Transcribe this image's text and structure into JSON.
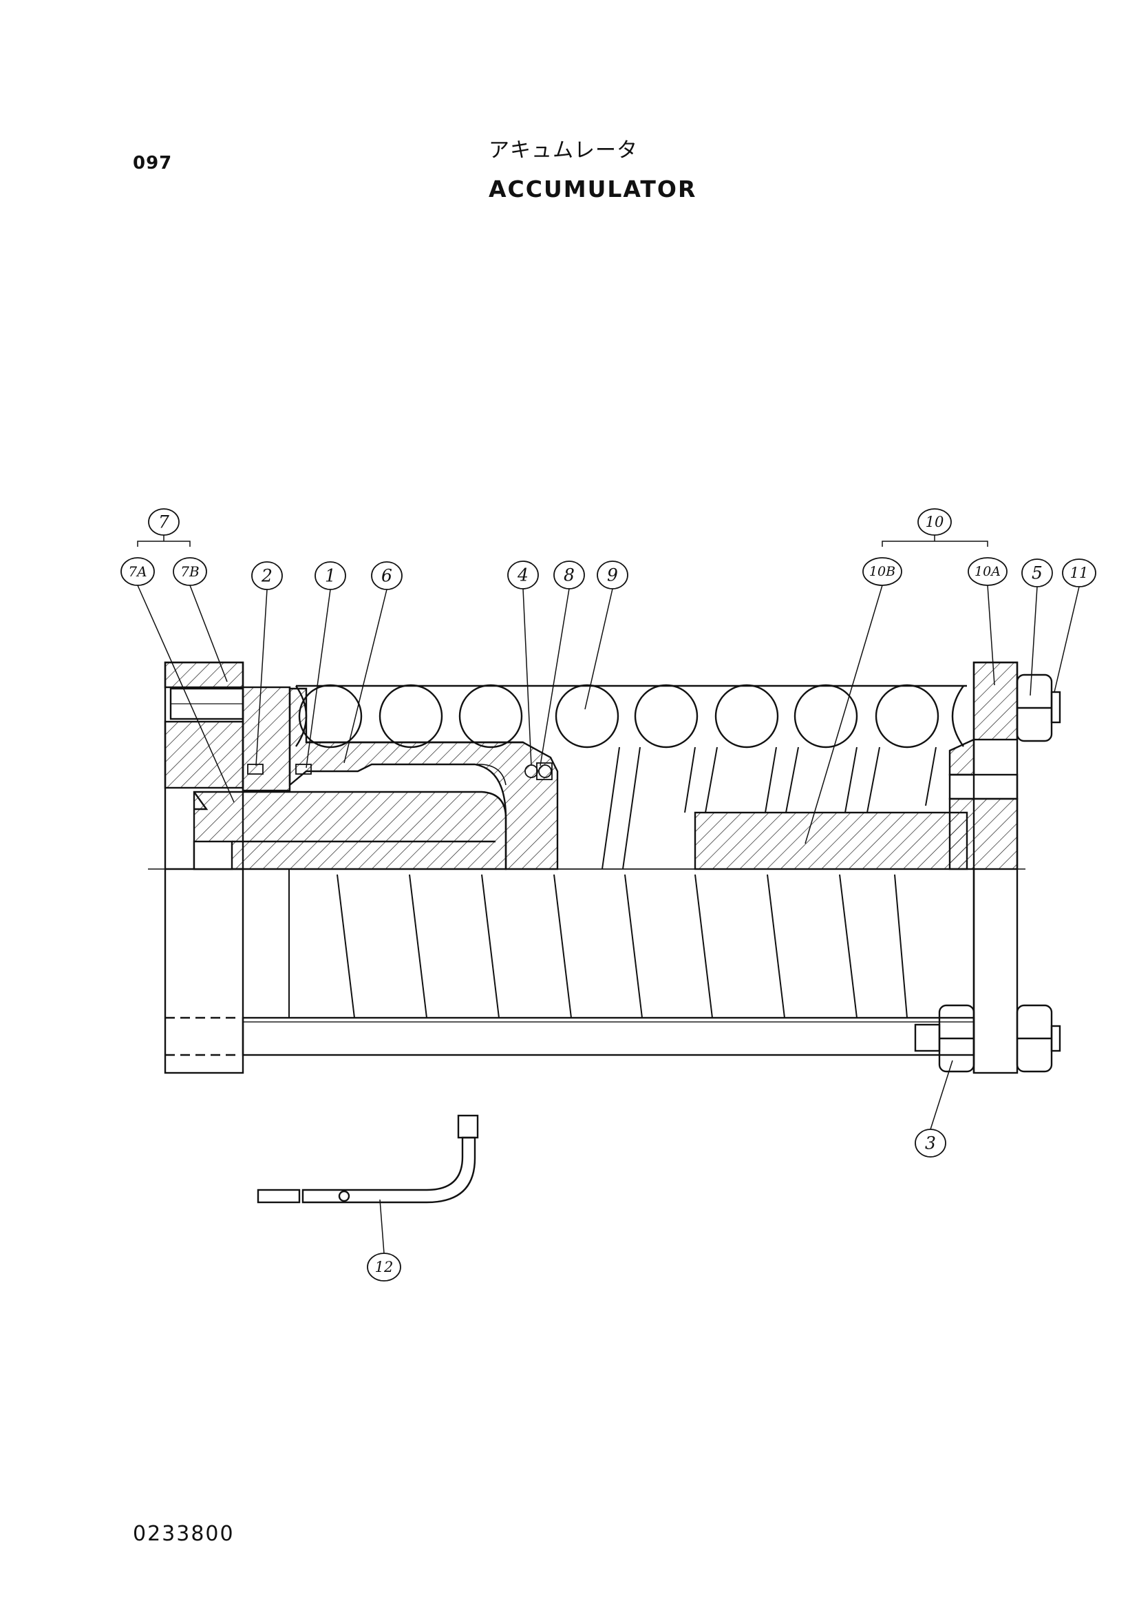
{
  "header": {
    "page_number": "097",
    "title_jp": "アキュムレータ",
    "title_en": "ACCUMULATOR"
  },
  "footer": {
    "drawing_number": "0233800"
  },
  "callouts": [
    {
      "id": "7",
      "label": "7"
    },
    {
      "id": "7A",
      "label": "7A"
    },
    {
      "id": "7B",
      "label": "7B"
    },
    {
      "id": "2",
      "label": "2"
    },
    {
      "id": "1",
      "label": "1"
    },
    {
      "id": "6",
      "label": "6"
    },
    {
      "id": "4",
      "label": "4"
    },
    {
      "id": "8",
      "label": "8"
    },
    {
      "id": "9",
      "label": "9"
    },
    {
      "id": "10",
      "label": "10"
    },
    {
      "id": "10B",
      "label": "10B"
    },
    {
      "id": "10A",
      "label": "10A"
    },
    {
      "id": "5",
      "label": "5"
    },
    {
      "id": "11",
      "label": "11"
    },
    {
      "id": "3",
      "label": "3"
    },
    {
      "id": "12",
      "label": "12"
    }
  ]
}
